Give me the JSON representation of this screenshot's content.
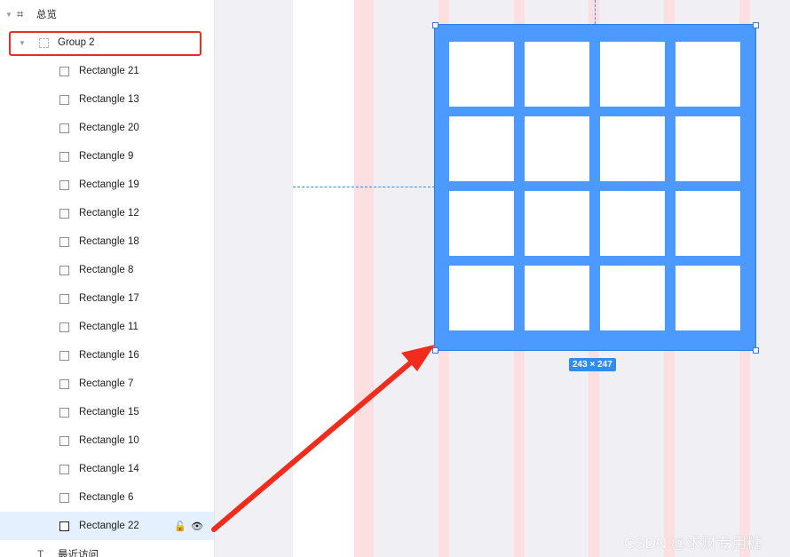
{
  "layers": {
    "frame": {
      "label": "总览"
    },
    "group": {
      "label": "Group 2"
    },
    "items": [
      {
        "label": "Rectangle 21"
      },
      {
        "label": "Rectangle 13"
      },
      {
        "label": "Rectangle 20"
      },
      {
        "label": "Rectangle 9"
      },
      {
        "label": "Rectangle 19"
      },
      {
        "label": "Rectangle 12"
      },
      {
        "label": "Rectangle 18"
      },
      {
        "label": "Rectangle 8"
      },
      {
        "label": "Rectangle 17"
      },
      {
        "label": "Rectangle 11"
      },
      {
        "label": "Rectangle 16"
      },
      {
        "label": "Rectangle 7"
      },
      {
        "label": "Rectangle 15"
      },
      {
        "label": "Rectangle 10"
      },
      {
        "label": "Rectangle 14"
      },
      {
        "label": "Rectangle 6"
      },
      {
        "label": "Rectangle 22"
      }
    ],
    "selected_index": 16,
    "next_item": {
      "label": "最近访问"
    }
  },
  "canvas": {
    "selection_size": "243 × 247",
    "group_color": "#4c9aff",
    "cell_color": "#ffffff",
    "grid_rows": 4,
    "grid_cols": 4
  },
  "annotation": {
    "arrow_color": "#f02d1d",
    "highlight_color": "#e5301e"
  },
  "watermark": "CSDN @求财专用糖"
}
